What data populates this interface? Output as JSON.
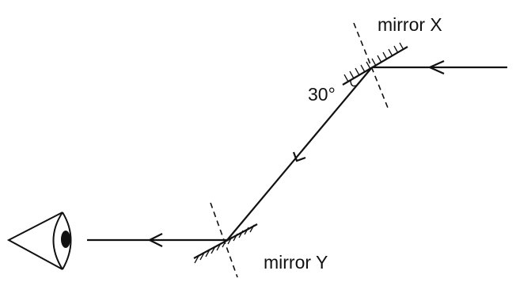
{
  "labels": {
    "mirror_x": "mirror X",
    "mirror_y": "mirror Y",
    "angle": "30°"
  },
  "icons": {
    "eye": "eye-icon"
  },
  "colors": {
    "ink": "#111111",
    "background": "#ffffff"
  }
}
